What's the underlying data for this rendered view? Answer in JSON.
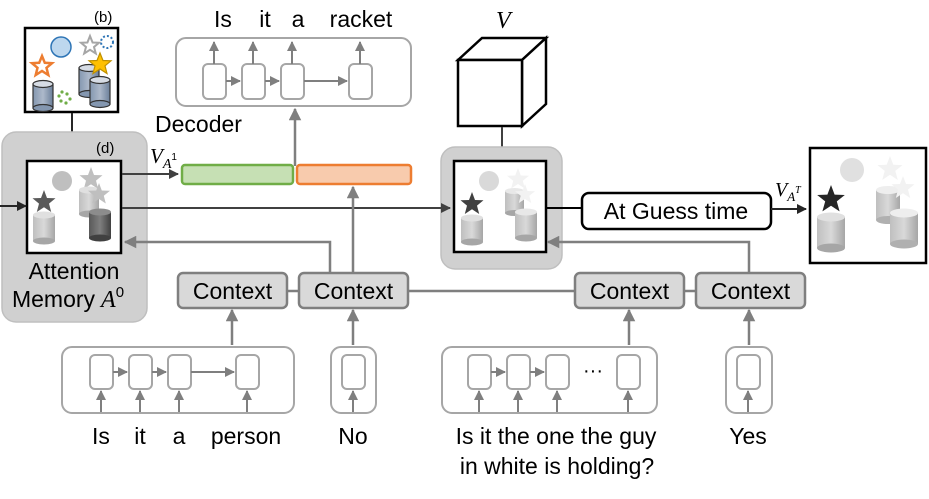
{
  "panel_labels": {
    "b": "(b)",
    "d": "(d)"
  },
  "decoder": {
    "label": "Decoder",
    "question_words": [
      "Is",
      "it",
      "a",
      "racket"
    ]
  },
  "visual_feature": {
    "label": "V"
  },
  "attention_memory": {
    "line1": "Attention",
    "line2": "Memory",
    "symbol": "A",
    "superscript": "0"
  },
  "guess": {
    "label": "At Guess time",
    "vec_symbol": "V",
    "vec_sub": "A",
    "vec_sup": "T"
  },
  "decoder_input": {
    "vec_symbol": "V",
    "vec_sub": "A",
    "vec_sup": "1"
  },
  "context_label": "Context",
  "inputs": {
    "q1_words": [
      "Is",
      "it",
      "a",
      "person"
    ],
    "a1": "No",
    "q2_line1": "Is it the one the guy",
    "q2_line2": "in white is holding?",
    "a2": "Yes",
    "ellipsis": "···"
  },
  "colors": {
    "green_bar_fill": "#c6e0b4",
    "green_bar_stroke": "#70ad47",
    "orange_bar_fill": "#f8cbad",
    "orange_bar_stroke": "#ed7d31",
    "context_fill": "#d9d9d9",
    "panel_gray": "#cfcfcf",
    "arrow_gray": "#7f7f7f",
    "star_orange": "#ed7d31",
    "star_yellow": "#ffc000",
    "circle_blue": "#bdd7ee",
    "dots_green": "#70ad47",
    "dots_blue": "#2e75b6",
    "cylinder_blue": "#adb9ca"
  }
}
